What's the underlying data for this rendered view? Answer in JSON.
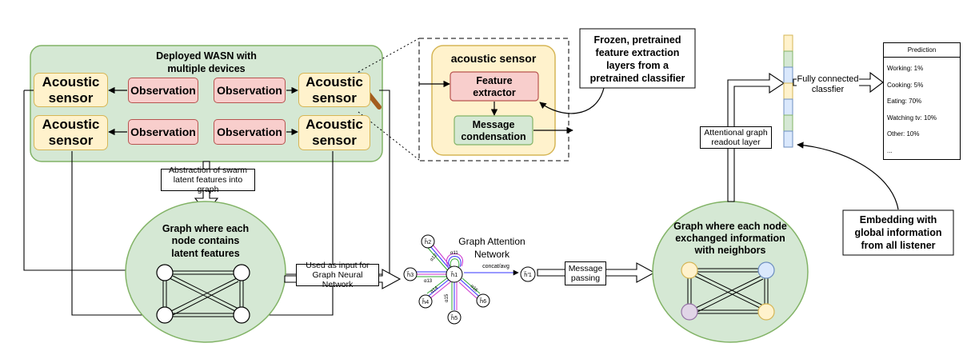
{
  "wasn": {
    "title_line1": "Deployed WASN with",
    "title_line2": "multiple devices",
    "sensor_line1": "Acoustic",
    "sensor_line2": "sensor",
    "observation": "Observation"
  },
  "zoom": {
    "title": "acoustic sensor",
    "feature_line1": "Feature",
    "feature_line2": "extractor",
    "message_line1": "Message",
    "message_line2": "condensation"
  },
  "frozen_note": [
    "Frozen, pretrained",
    "feature extraction",
    "layers from a",
    "pretrained classifier"
  ],
  "abstraction_label": [
    "Abstraction of swarm",
    "latent features into graph"
  ],
  "graph1_title": [
    "Graph where each",
    "node contains",
    "latent features"
  ],
  "gnn_input_label": [
    "Used as input for",
    "Graph Neural Network"
  ],
  "gat": {
    "title_line1": "Graph Attention",
    "title_line2": "Network",
    "concat": "concat/avg",
    "nodes": [
      "h⃗2",
      "h⃗3",
      "h⃗1",
      "h⃗4",
      "h⃗5",
      "h⃗6",
      "h⃗′1"
    ],
    "alphas": [
      "α12",
      "α11",
      "α13",
      "α14",
      "α15",
      "α16"
    ]
  },
  "message_passing_label": [
    "Message",
    "passing"
  ],
  "graph2_title": [
    "Graph where each node",
    "exchanged information",
    "with neighbors"
  ],
  "readout_label": [
    "Attentional graph",
    "readout layer"
  ],
  "fc_label": [
    "Fully connected",
    "classfier"
  ],
  "prediction": {
    "header": "Prediction",
    "rows": [
      "Working: 1%",
      "Cooking: 5%",
      "Eating: 70%",
      "Watching tv: 10%",
      "Other: 10%",
      "..."
    ]
  },
  "embedding_note": [
    "Embedding with",
    "global information",
    "from all listener"
  ],
  "colors": {
    "group_fill": "#d5e8d4",
    "group_stroke": "#82b366",
    "sensor_fill": "#fff2cc",
    "sensor_stroke": "#d6b656",
    "obs_fill": "#f8cecc",
    "obs_stroke": "#b85450",
    "node_blue": "#dae8fc",
    "node_purple": "#e1d5e7",
    "attention_blue": "#3333ff",
    "attention_purple": "#cc33cc",
    "attention_green": "#33aa33"
  },
  "embedding_cells": [
    "yellow",
    "green",
    "blue",
    "yellow",
    "blue",
    "green",
    "blue"
  ]
}
